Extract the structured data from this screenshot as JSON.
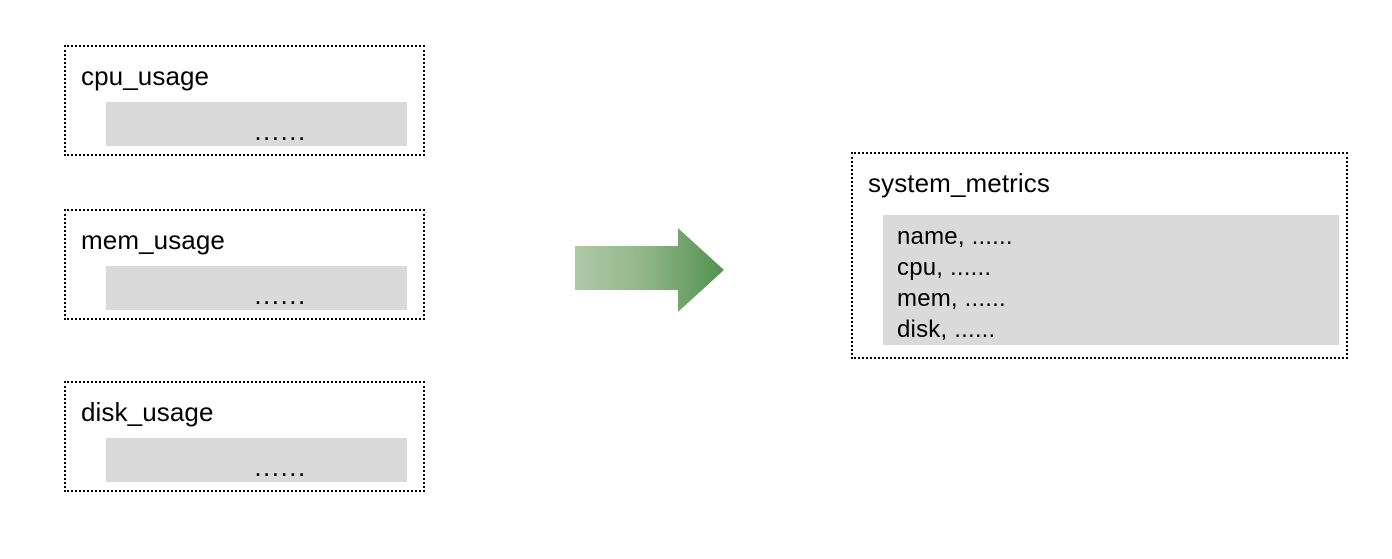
{
  "diagram": {
    "title": "",
    "sources": [
      {
        "name": "cpu_usage",
        "body_text": "......"
      },
      {
        "name": "mem_usage",
        "body_text": "......"
      },
      {
        "name": "disk_usage",
        "body_text": "......"
      }
    ],
    "arrow": {
      "icon": "right-arrow-icon",
      "direction": "right",
      "gradient_start_color": "#a9c6a1",
      "gradient_end_color": "#549150"
    },
    "target": {
      "name": "system_metrics",
      "lines": [
        "name, ......",
        "cpu, ......",
        "mem, ......",
        "disk, ......"
      ]
    },
    "colors": {
      "panel_fill": "#dadada",
      "border": "#000000",
      "background": "#ffffff"
    }
  }
}
